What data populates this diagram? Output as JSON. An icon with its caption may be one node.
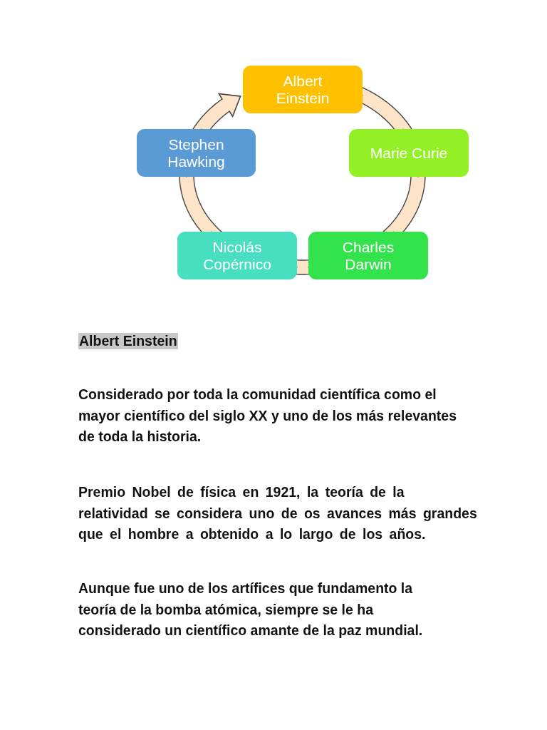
{
  "diagram": {
    "nodes": [
      {
        "text": [
          "Albert Einstein"
        ]
      },
      {
        "text": [
          "Marie Curie"
        ]
      },
      {
        "text": [
          "Charles Darwin"
        ]
      },
      {
        "text": [
          "Nicolás Copérnico"
        ]
      },
      {
        "text": [
          "Stephen Hawking"
        ]
      }
    ],
    "edges": [
      {
        "from": 0,
        "to": 1,
        "arrow": "none"
      },
      {
        "from": 1,
        "to": 2,
        "arrow": "none"
      },
      {
        "from": 2,
        "to": 3,
        "arrow": "none"
      },
      {
        "from": 3,
        "to": 4,
        "arrow": "none"
      },
      {
        "from": 4,
        "to": 0,
        "arrow": "to"
      }
    ],
    "labels": [
      "Albert Einstein",
      "Considerado por toda la comunidad científica como el mayor científico del siglo XX y uno de los más relevantes de toda la historia.",
      "Premio Nobel de física en 1921, la teoría de la relatividad se considera uno de os avances más grandes que el hombre a obtenido a lo largo de los años.",
      "Aunque fue uno de los artífices que fundamento la teoría de la bomba atómica, siempre se le ha considerado un científico amante de la paz mundial."
    ]
  }
}
